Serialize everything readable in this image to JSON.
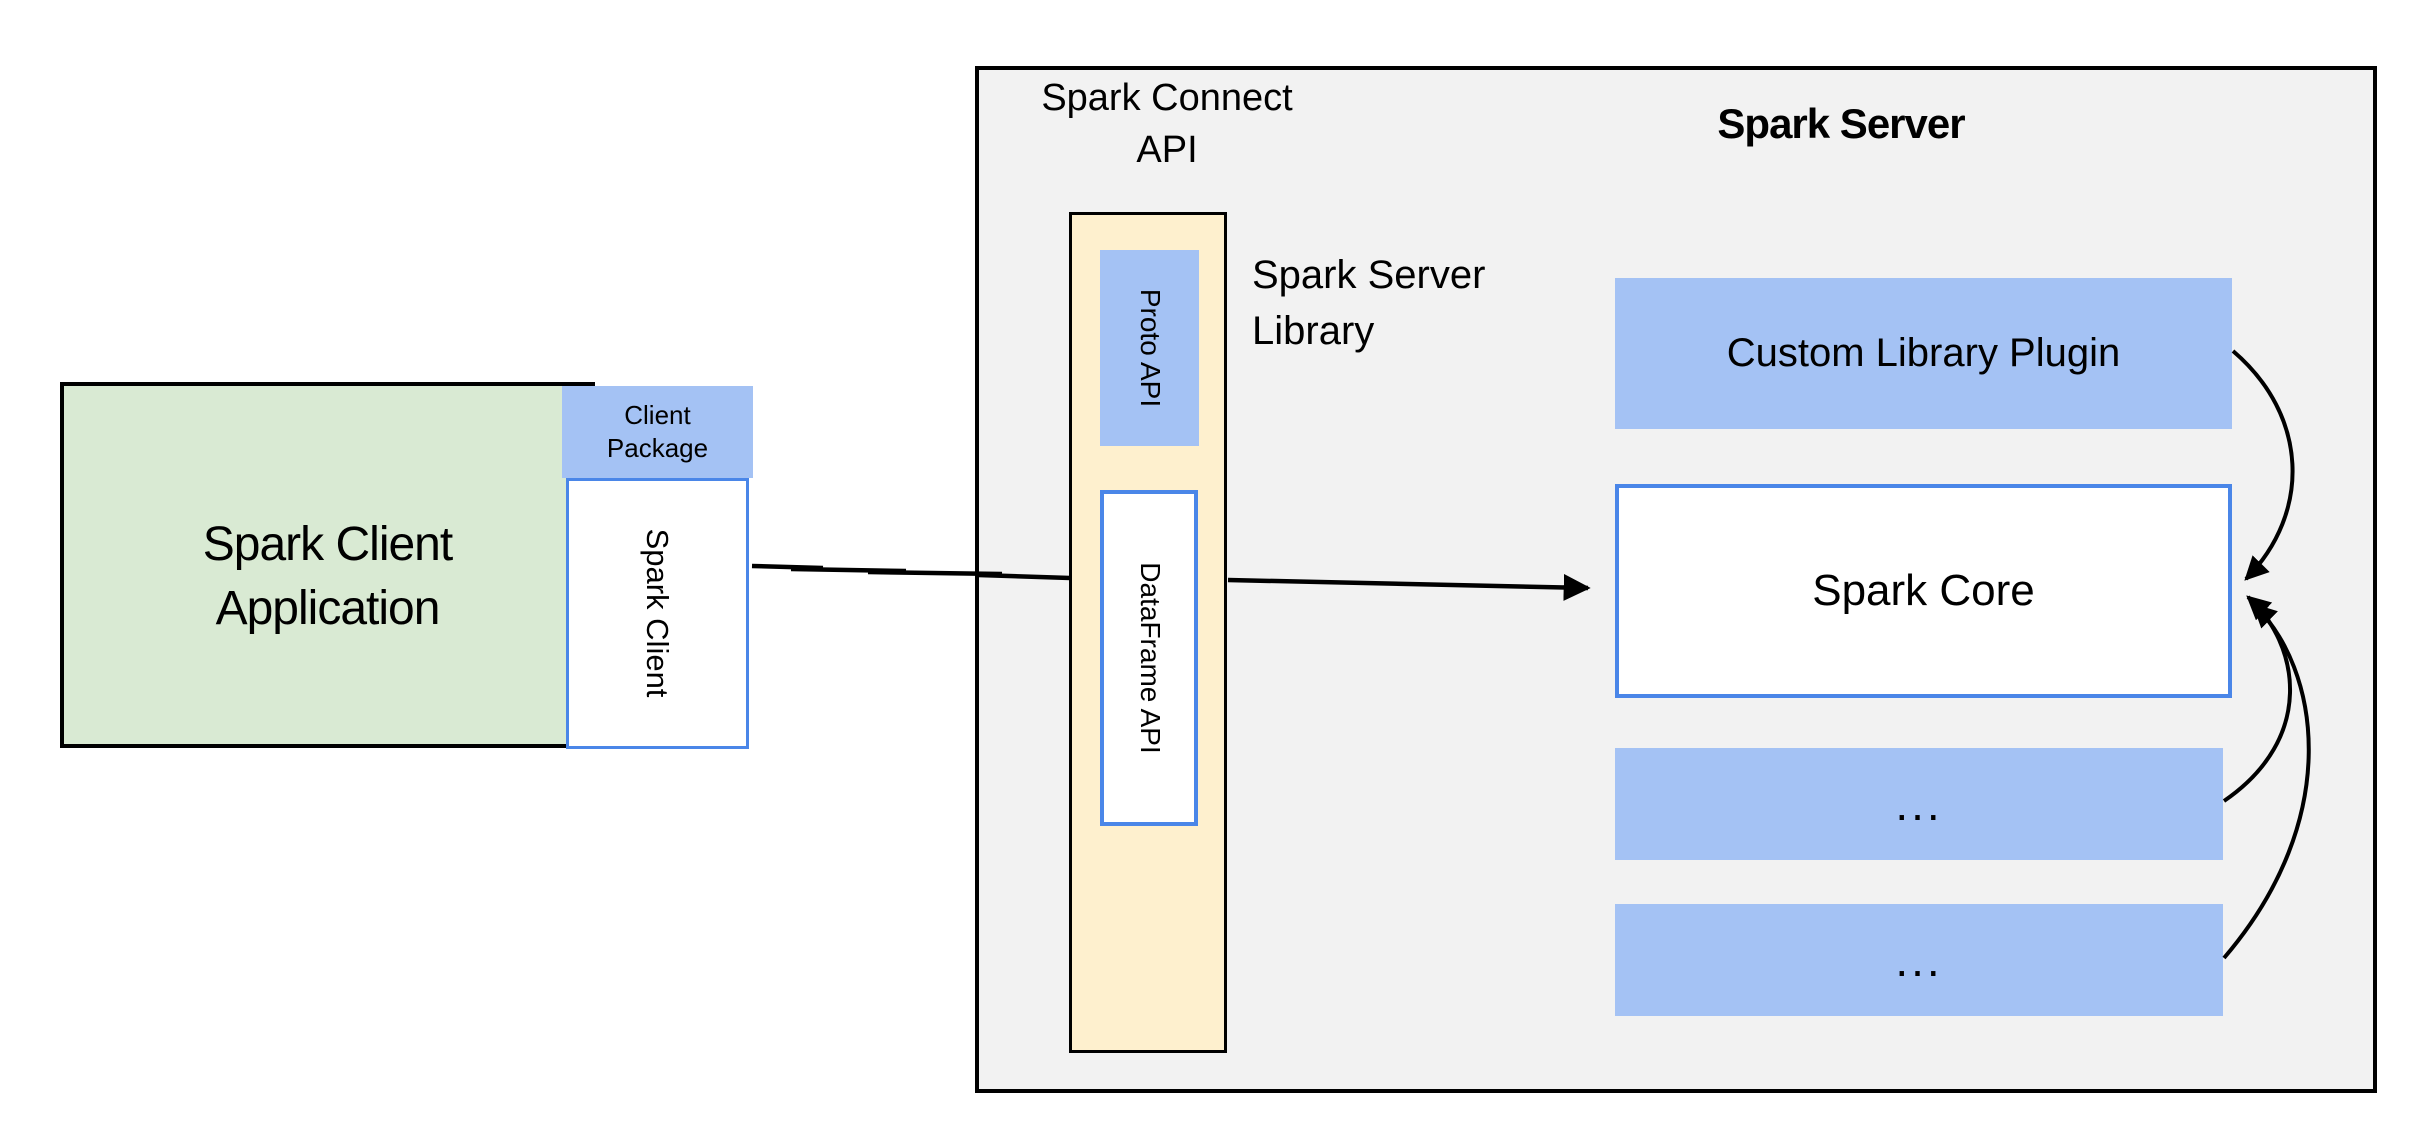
{
  "diagram": {
    "client": {
      "app_label": "Spark Client\nApplication",
      "package_label": "Client\nPackage",
      "lib_label": "Spark Client"
    },
    "connect": {
      "title": "Spark Connect\nAPI",
      "proto_label": "Proto API",
      "dataframe_label": "DataFrame API",
      "server_library_label": "Spark Server\nLibrary"
    },
    "server": {
      "title": "Spark Server",
      "plugin_label": "Custom Library Plugin",
      "core_label": "Spark Core",
      "more_boxes": [
        "...",
        "..."
      ]
    },
    "connections": [
      {
        "from": "Spark Client",
        "to": "Spark Server Library",
        "style": "line"
      },
      {
        "from": "Spark Server Library",
        "to": "Spark Core",
        "style": "arrow"
      },
      {
        "from": "Custom Library Plugin",
        "to": "Spark Core",
        "style": "curved-arrow"
      },
      {
        "from": "... (upper)",
        "to": "Spark Core",
        "style": "curved-arrow"
      },
      {
        "from": "... (lower)",
        "to": "Spark Core",
        "style": "curved-arrow"
      }
    ],
    "colors": {
      "background": "#ffffff",
      "container_fill": "#f2f2f2",
      "client_app_fill": "#d9ead3",
      "accent_blue_fill": "#a4c2f4",
      "blue_border": "#4a86e8",
      "yellow_fill": "#fef0ce",
      "line": "#000000"
    }
  }
}
